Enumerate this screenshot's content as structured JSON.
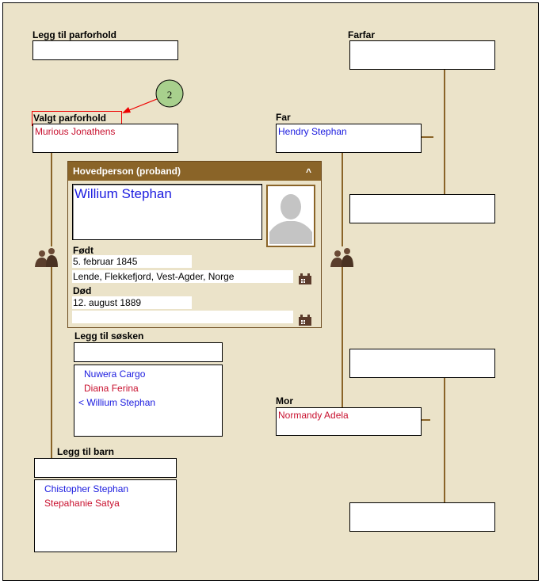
{
  "add_partner": {
    "label": "Legg til parforhold"
  },
  "grandfather_paternal": {
    "label": "Farfar"
  },
  "annotation": {
    "number": "2",
    "color": "#a8d08d"
  },
  "selected_partner": {
    "label": "Valgt parforhold",
    "value": "Murious Jonathens"
  },
  "father": {
    "label": "Far",
    "value": "Hendry Stephan"
  },
  "mother": {
    "label": "Mor",
    "value": "Normandy Adela"
  },
  "proband": {
    "title": "Hovedperson (proband)",
    "collapse": "^",
    "name": "Willium Stephan",
    "born_label": "Født",
    "born_date": "5. februar 1845",
    "born_place": "Lende, Flekkefjord, Vest-Agder, Norge",
    "died_label": "Død",
    "died_date": "12. august 1889",
    "died_place": ""
  },
  "siblings": {
    "label": "Legg til søsken",
    "items": [
      {
        "name": "Nuwera Cargo",
        "color": "blue"
      },
      {
        "name": "Diana Ferina",
        "color": "red"
      },
      {
        "name": "< Willium Stephan",
        "color": "blue"
      }
    ]
  },
  "children": {
    "label": "Legg til barn",
    "items": [
      {
        "name": "Chistopher Stephan",
        "color": "blue"
      },
      {
        "name": "Stepahanie Satya",
        "color": "red"
      }
    ]
  },
  "colors": {
    "background": "#ebe3c9",
    "accent": "#8a6428",
    "male": "#1a1adf",
    "female": "#c8102e"
  }
}
